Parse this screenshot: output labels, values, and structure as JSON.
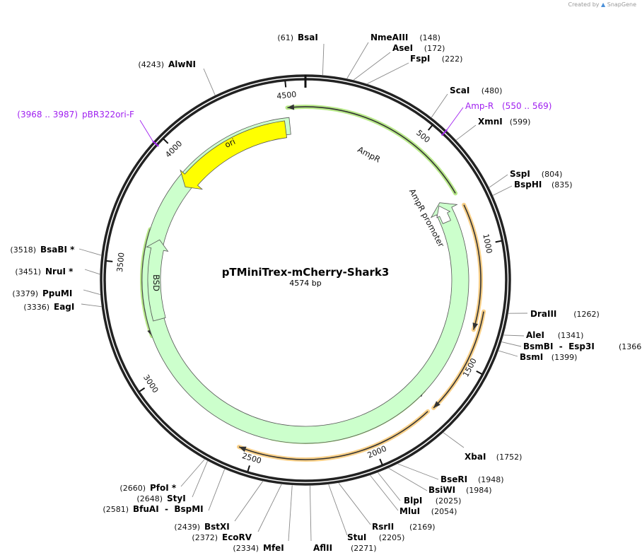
{
  "credit": {
    "prefix": "Created by",
    "brand": "SnapGene"
  },
  "plasmid": {
    "name": "pTMiniTrex-mCherry-Shark3",
    "size_label": "4574 bp",
    "length": 4574
  },
  "ticks": [
    "500",
    "1000",
    "1500",
    "2000",
    "2500",
    "3000",
    "3500",
    "4000",
    "4500"
  ],
  "features": [
    {
      "name": "AmpR",
      "start": 763,
      "end": 4501,
      "direction": "reverse",
      "fill": "#ccffcc"
    },
    {
      "name": "AmpR promoter",
      "start": 775,
      "end": 860,
      "direction": "reverse",
      "fill": "#ffffff"
    },
    {
      "name": "ori",
      "start": 3910,
      "end": 4479,
      "direction": "reverse",
      "fill": "#ffff00"
    },
    {
      "name": "BSD",
      "start": 3239,
      "end": 3626,
      "direction": "forward",
      "fill": "#ccffcc"
    }
  ],
  "orfs": [
    {
      "start": 4498,
      "end": 762,
      "direction": "reverse",
      "color": "#a6e36b"
    },
    {
      "start": 821,
      "end": 1353,
      "direction": "forward",
      "color": "#f7c46a"
    },
    {
      "start": 1271,
      "end": 1715,
      "direction": "forward",
      "color": "#f7c46a"
    },
    {
      "start": 1690,
      "end": 2440,
      "direction": "reverse",
      "color": "#a6e36b"
    },
    {
      "start": 1741,
      "end": 2563,
      "direction": "forward",
      "color": "#f7c46a"
    },
    {
      "start": 3176,
      "end": 3660,
      "direction": "reverse",
      "color": "#a6e36b"
    }
  ],
  "primers": [
    {
      "name": "Amp-R",
      "range": "550 .. 569",
      "start": 550,
      "color": "#a020f0"
    },
    {
      "name": "pBR322ori-F",
      "range": "3968 .. 3987",
      "start": 3968,
      "color": "#a020f0"
    }
  ],
  "enzymes": [
    {
      "name": "BsaI",
      "pos": 61
    },
    {
      "name": "NmeAIII",
      "pos": 148
    },
    {
      "name": "AseI",
      "pos": 172
    },
    {
      "name": "FspI",
      "pos": 222
    },
    {
      "name": "ScaI",
      "pos": 480
    },
    {
      "name": "XmnI",
      "pos": 599
    },
    {
      "name": "SspI",
      "pos": 804
    },
    {
      "name": "BspHI",
      "pos": 835
    },
    {
      "name": "DraIII",
      "pos": 1262
    },
    {
      "name": "AleI",
      "pos": 1341
    },
    {
      "name": "BsmBI  -  Esp3I",
      "pos": 1366
    },
    {
      "name": "BsmI",
      "pos": 1399
    },
    {
      "name": "XbaI",
      "pos": 1752
    },
    {
      "name": "BseRI",
      "pos": 1948
    },
    {
      "name": "BsiWI",
      "pos": 1984
    },
    {
      "name": "BlpI",
      "pos": 2025
    },
    {
      "name": "MluI",
      "pos": 2054
    },
    {
      "name": "RsrII",
      "pos": 2169
    },
    {
      "name": "StuI",
      "pos": 2205
    },
    {
      "name": "AflII",
      "pos": 2271
    },
    {
      "name": "MfeI",
      "pos": 2334
    },
    {
      "name": "EcoRV",
      "pos": 2372
    },
    {
      "name": "BstXI",
      "pos": 2439
    },
    {
      "name": "BfuAI  -  BspMI",
      "pos": 2581
    },
    {
      "name": "StyI",
      "pos": 2648
    },
    {
      "name": "PfoI *",
      "pos": 2660
    },
    {
      "name": "EagI",
      "pos": 3336
    },
    {
      "name": "PpuMI",
      "pos": 3379
    },
    {
      "name": "NruI *",
      "pos": 3451
    },
    {
      "name": "BsaBI *",
      "pos": 3518
    },
    {
      "name": "AlwNI",
      "pos": 4243
    }
  ]
}
